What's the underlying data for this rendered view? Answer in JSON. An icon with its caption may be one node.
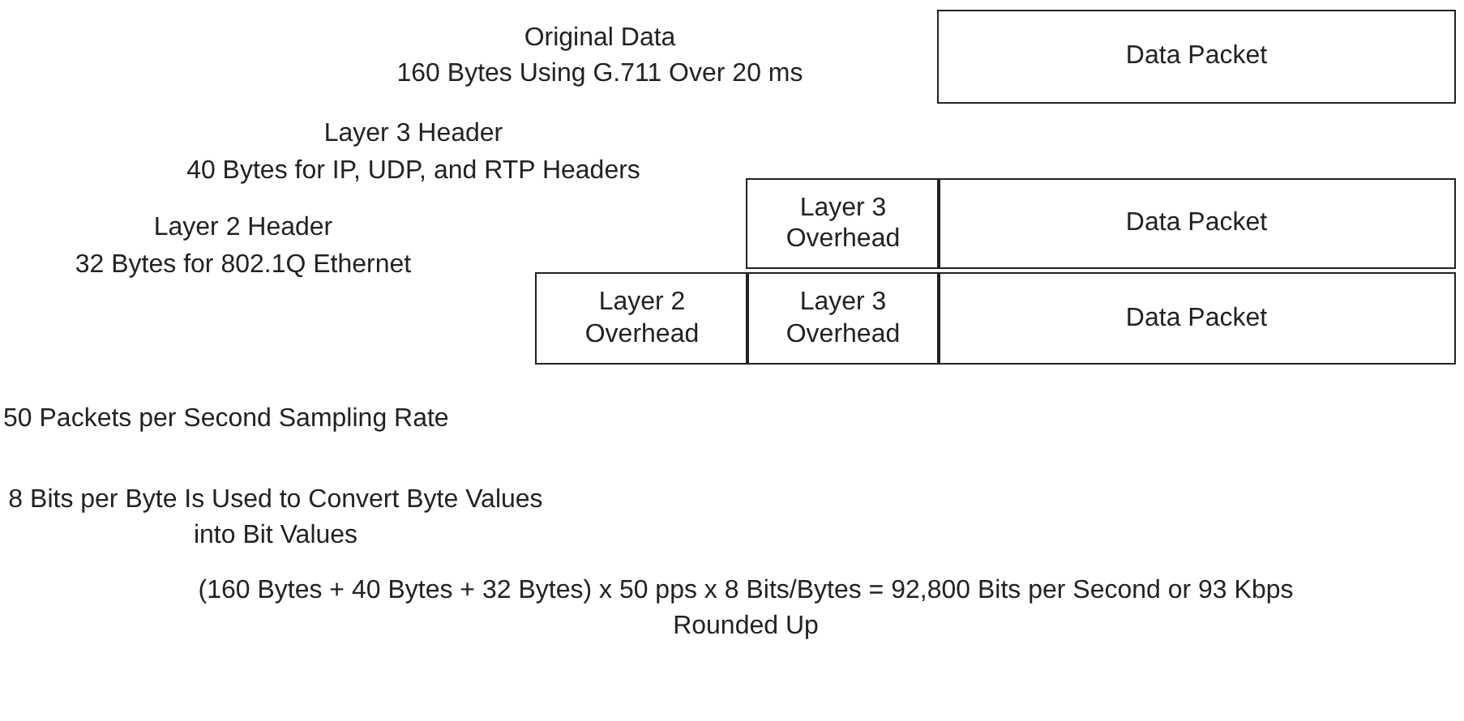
{
  "diagram": {
    "nodes": [
      {
        "text": [
          "Data Packet"
        ]
      },
      {
        "text": [
          "Layer 3 Overhead"
        ]
      },
      {
        "text": [
          "Data Packet"
        ]
      },
      {
        "text": [
          "Layer 2 Overhead"
        ]
      },
      {
        "text": [
          "Layer 3 Overhead"
        ]
      },
      {
        "text": [
          "Data Packet"
        ]
      }
    ],
    "edges": [],
    "labels": [
      "Original Data",
      "160 Bytes Using G.711 Over 20 ms",
      "Layer 3 Header",
      "40 Bytes for IP, UDP, and RTP Headers",
      "Layer 2 Header",
      "32 Bytes for 802.1Q Ethernet",
      "50 Packets per Second Sampling Rate",
      "8 Bits per Byte Is Used to Convert Byte Values into Bit Values",
      "(160 Bytes + 40 Bytes + 32 Bytes) x 50 pps x 8 Bits/Bytes = 92,800 Bits per Second or 93 Kbps Rounded Up"
    ]
  }
}
